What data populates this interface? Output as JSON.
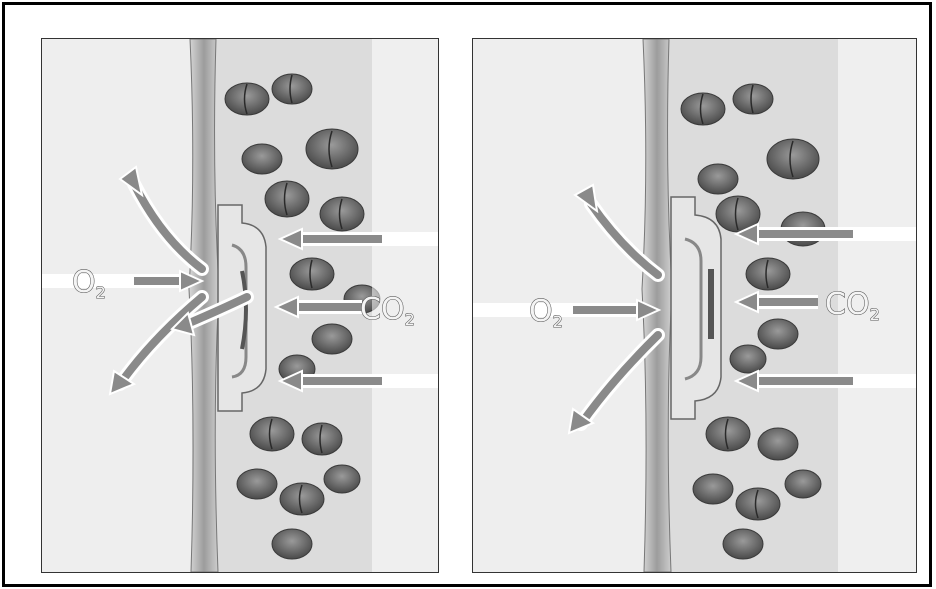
{
  "panels": [
    {
      "id": "left",
      "oxygen_label": "O",
      "oxygen_sub": "2",
      "co2_label": "CO",
      "co2_sub": "2"
    },
    {
      "id": "right",
      "oxygen_label": "O",
      "oxygen_sub": "2",
      "co2_label": "CO",
      "co2_sub": "2"
    }
  ],
  "colors": {
    "arrow_fill": "#8a8a8a",
    "arrow_outline": "#ffffff",
    "bag_wall": "#bdbdbd",
    "valve": "#e6e6e6",
    "bean": "#6e6e6e",
    "background": "#eeeeee"
  }
}
